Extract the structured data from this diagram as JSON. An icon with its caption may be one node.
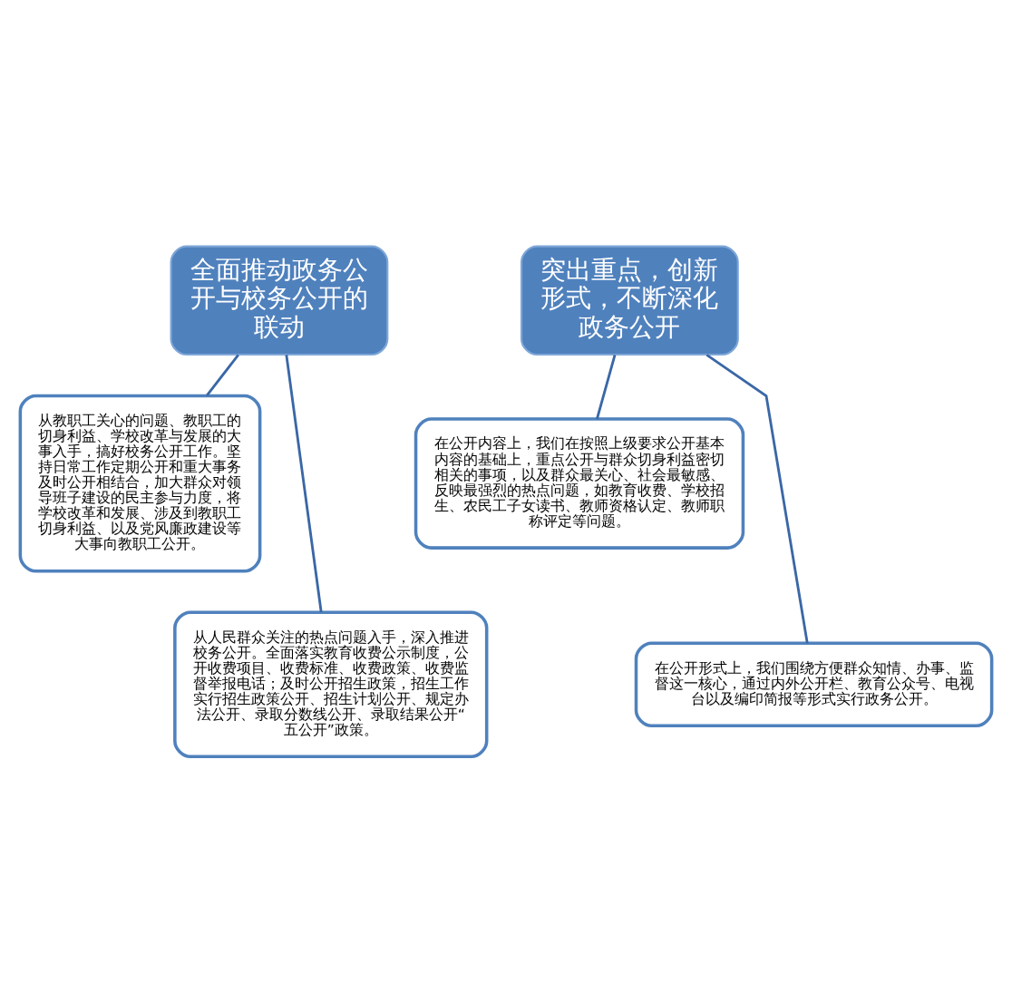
{
  "diagram": {
    "nodes": [
      {
        "text": [
          "全面推动政务公开与校务公开的联动"
        ]
      },
      {
        "text": [
          "突出重点，创新形式，不断深化政务公开"
        ]
      },
      {
        "text": [
          "从教职工关心的问题、教职工的切身利益、学校改革与发展的大事入手，搞好校务公开工作。坚持日常工作定期公开和重大事务及时公开相结合，加大群众对领导班子建设的民主参与力度，将学校改革和发展、涉及到教职工切身利益、以及党风廉政建设等大事向教职工公开。"
        ]
      },
      {
        "text": [
          "在公开内容上，我们在按照上级要求公开基本内容的基础上，重点公开与群众切身利益密切相关的事项，以及群众最关心、社会最敏感、反映最强烈的热点问题，如教育收费、学校招生、农民工子女读书、教师资格认定、教师职称评定等问题。"
        ]
      },
      {
        "text": [
          "在公开形式上，我们围绕方便群众知情、办事、监督这一核心，通过内外公开栏、教育公众号、电视台以及编印简报等形式实行政务公开。"
        ]
      },
      {
        "text": [
          "从人民群众关注的热点问题入手，深入推进校务公开。全面落实教育收费公示制度，公开收费项目、收费标准、收费政策、收费监督举报电话；及时公开招生政策，招生工作实行招生政策公开、招生计划公开、规定办法公开、录取分数线公开、录取结果公开“五公开”政策。"
        ]
      }
    ],
    "edges": [
      {
        "from": 0,
        "to": 2,
        "arrow": "none"
      },
      {
        "from": 0,
        "to": 5,
        "arrow": "none"
      },
      {
        "from": 1,
        "to": 3,
        "arrow": "none"
      },
      {
        "from": 1,
        "to": 4,
        "arrow": "none"
      }
    ]
  }
}
